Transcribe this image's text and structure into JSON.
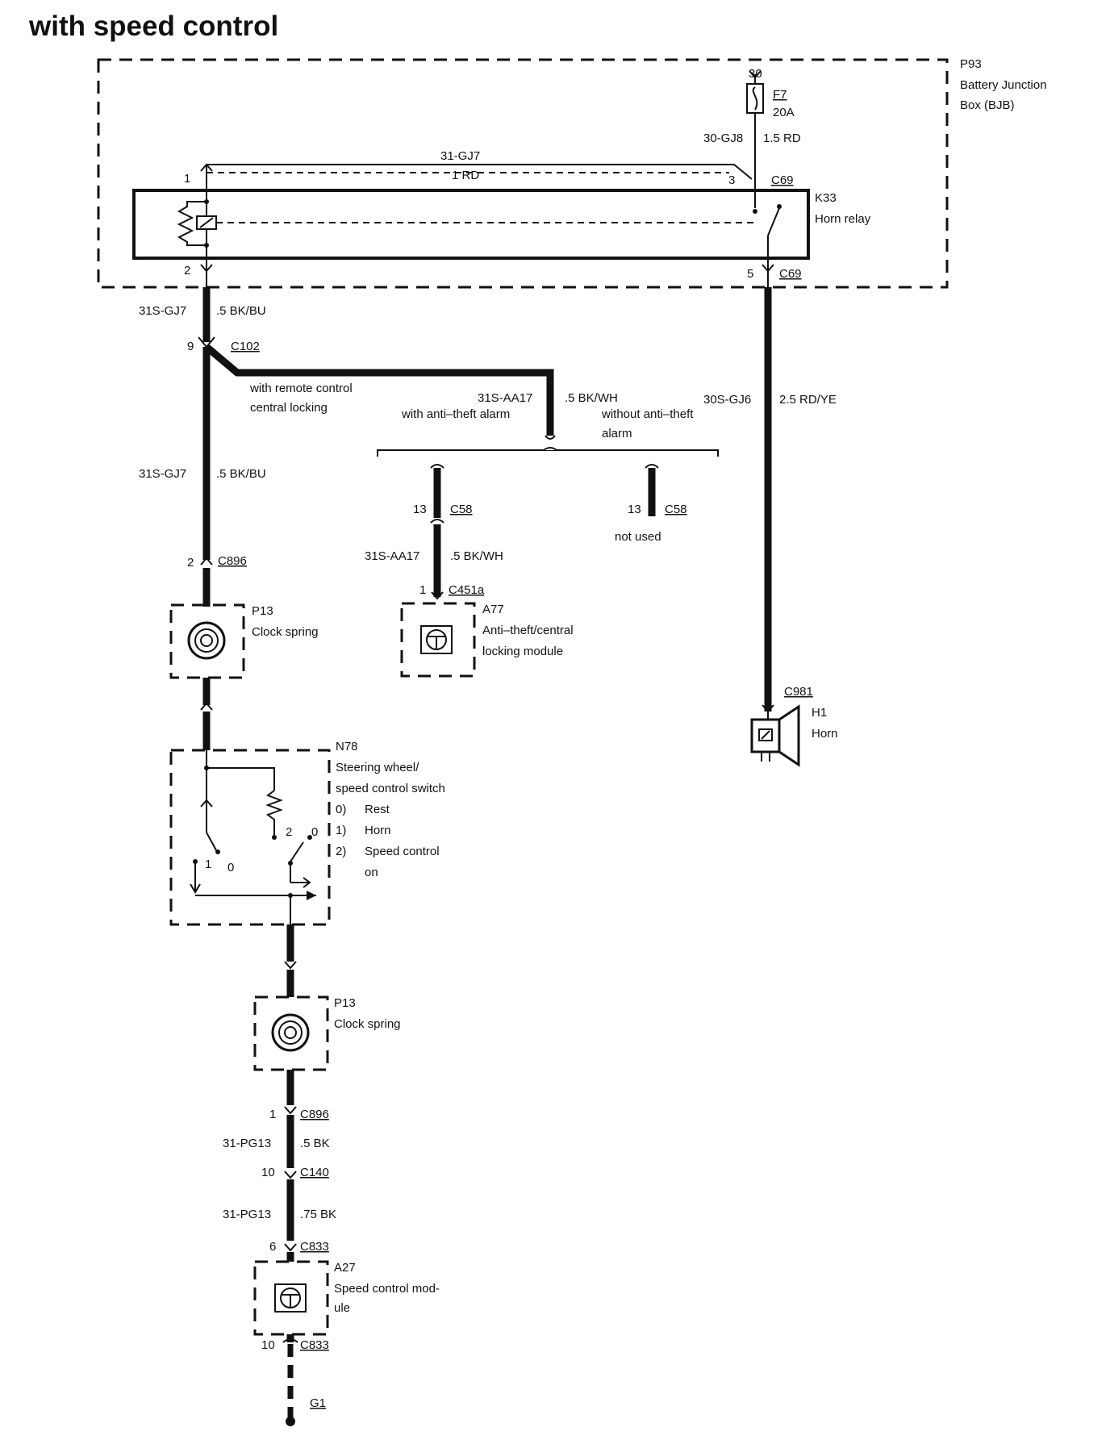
{
  "title": "with speed control",
  "bjb": {
    "id": "P93",
    "line1": "Battery Junction",
    "line2": "Box (BJB)"
  },
  "fuse": {
    "pin": "30",
    "id": "F7",
    "rating": "20A"
  },
  "wire_30gj8": {
    "circuit": "30-GJ8",
    "size": "1.5 RD"
  },
  "wire_31gj7_top": {
    "circuit": "31-GJ7",
    "size": "1 RD"
  },
  "relay": {
    "id": "K33",
    "name": "Horn relay",
    "pin1": "1",
    "pin2": "2",
    "pin3": "3",
    "pin5": "5",
    "conn_top": "C69",
    "conn_bottom": "C69"
  },
  "wire_31sgj7_a": {
    "circuit": "31S-GJ7",
    "size": ".5 BK/BU"
  },
  "c102": {
    "pin": "9",
    "id": "C102"
  },
  "remote_note": {
    "line1": "with remote control",
    "line2": "central locking"
  },
  "wire_31saa17_a": {
    "circuit": "31S-AA17",
    "size": ".5 BK/WH"
  },
  "with_alarm": "with anti–theft alarm",
  "without_alarm": {
    "line1": "without anti–theft",
    "line2": "alarm"
  },
  "wire_30sgj6": {
    "circuit": "30S-GJ6",
    "size": "2.5 RD/YE"
  },
  "wire_31sgj7_b": {
    "circuit": "31S-GJ7",
    "size": ".5 BK/BU"
  },
  "c58_left": {
    "pin": "13",
    "id": "C58"
  },
  "c58_right": {
    "pin": "13",
    "id": "C58",
    "note": "not used"
  },
  "wire_31saa17_b": {
    "circuit": "31S-AA17",
    "size": ".5 BK/WH"
  },
  "c451a": {
    "pin": "1",
    "id": "C451a"
  },
  "c896_top": {
    "pin": "2",
    "id": "C896"
  },
  "clock_spring_top": {
    "id": "P13",
    "name": "Clock spring"
  },
  "a77": {
    "id": "A77",
    "line1": "Anti–theft/central",
    "line2": "locking module"
  },
  "horn": {
    "conn": "C981",
    "id": "H1",
    "name": "Horn"
  },
  "switch": {
    "id": "N78",
    "line1": "Steering wheel/",
    "line2": "speed control switch",
    "states": [
      {
        "num": "0)",
        "label": "Rest"
      },
      {
        "num": "1)",
        "label": "Horn"
      },
      {
        "num": "2)",
        "label": "Speed control"
      }
    ],
    "state2_cont": "on",
    "pos_left_1": "1",
    "pos_left_0": "0",
    "pos_right_2": "2",
    "pos_right_0": "0"
  },
  "clock_spring_bottom": {
    "id": "P13",
    "name": "Clock spring"
  },
  "c896_bottom": {
    "pin": "1",
    "id": "C896"
  },
  "wire_31pg13_a": {
    "circuit": "31-PG13",
    "size": ".5 BK"
  },
  "c140": {
    "pin": "10",
    "id": "C140"
  },
  "wire_31pg13_b": {
    "circuit": "31-PG13",
    "size": ".75 BK"
  },
  "c833_top": {
    "pin": "6",
    "id": "C833"
  },
  "a27": {
    "id": "A27",
    "line1": "Speed control mod-",
    "line2": "ule"
  },
  "c833_bottom": {
    "pin": "10",
    "id": "C833"
  },
  "ground": {
    "id": "G1"
  }
}
